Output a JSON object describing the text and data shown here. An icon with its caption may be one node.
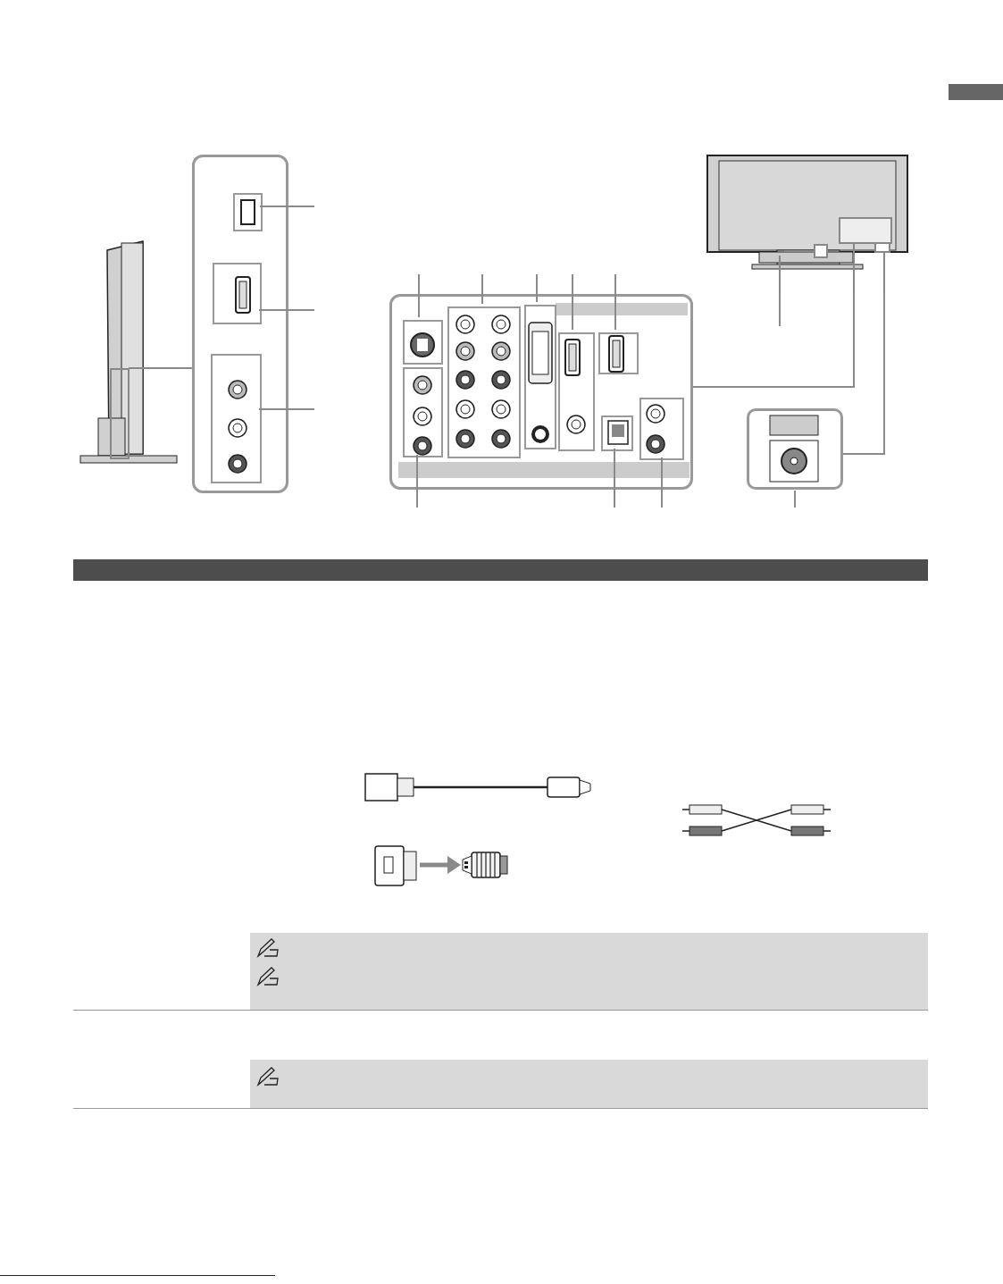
{
  "diagram": {
    "nodes": [
      {
        "text": [],
        "shape": "picture"
      },
      {
        "text": [],
        "shape": "box"
      },
      {
        "text": [],
        "shape": "box",
        "in": 1
      },
      {
        "text": [],
        "shape": "box",
        "in": 1
      },
      {
        "text": [],
        "shape": "box",
        "in": 1
      },
      {
        "text": [],
        "shape": "picture"
      },
      {
        "text": [],
        "shape": "box"
      },
      {
        "text": [],
        "shape": "box",
        "in": 6
      },
      {
        "text": [],
        "shape": "box",
        "in": 6
      },
      {
        "text": [],
        "shape": "box",
        "in": 6
      },
      {
        "text": [],
        "shape": "box",
        "in": 6
      },
      {
        "text": [],
        "shape": "box",
        "in": 6
      },
      {
        "text": [],
        "shape": "box",
        "in": 6
      },
      {
        "text": [],
        "shape": "box",
        "in": 6
      },
      {
        "text": [],
        "shape": "box",
        "in": 6
      },
      {
        "text": [],
        "shape": "box"
      },
      {
        "text": [],
        "shape": "picture"
      },
      {
        "text": [],
        "shape": "picture"
      },
      {
        "text": [],
        "shape": "picture"
      },
      {
        "text": [],
        "shape": "picture"
      }
    ],
    "edges": [
      {
        "from": 0,
        "to": 1,
        "arrow": "none"
      },
      {
        "from": 5,
        "to": 6,
        "arrow": "none"
      },
      {
        "from": 5,
        "to": 15,
        "arrow": "none"
      },
      {
        "from": null,
        "to": 2,
        "arrow": "none"
      },
      {
        "from": null,
        "to": 3,
        "arrow": "none"
      },
      {
        "from": null,
        "to": 4,
        "arrow": "none"
      },
      {
        "from": null,
        "to": 7,
        "arrow": "none"
      },
      {
        "from": null,
        "to": 8,
        "arrow": "none"
      },
      {
        "from": null,
        "to": 9,
        "arrow": "none"
      },
      {
        "from": null,
        "to": 10,
        "arrow": "none"
      },
      {
        "from": null,
        "to": 11,
        "arrow": "none"
      },
      {
        "from": null,
        "to": 12,
        "arrow": "none"
      },
      {
        "from": null,
        "to": 13,
        "arrow": "none"
      },
      {
        "from": null,
        "to": 14,
        "arrow": "none"
      },
      {
        "from": null,
        "to": 15,
        "arrow": "none"
      },
      {
        "from": null,
        "to": 5,
        "arrow": "none"
      },
      {
        "from": 17,
        "to": 18,
        "arrow": "to",
        "style": "thick"
      }
    ]
  }
}
